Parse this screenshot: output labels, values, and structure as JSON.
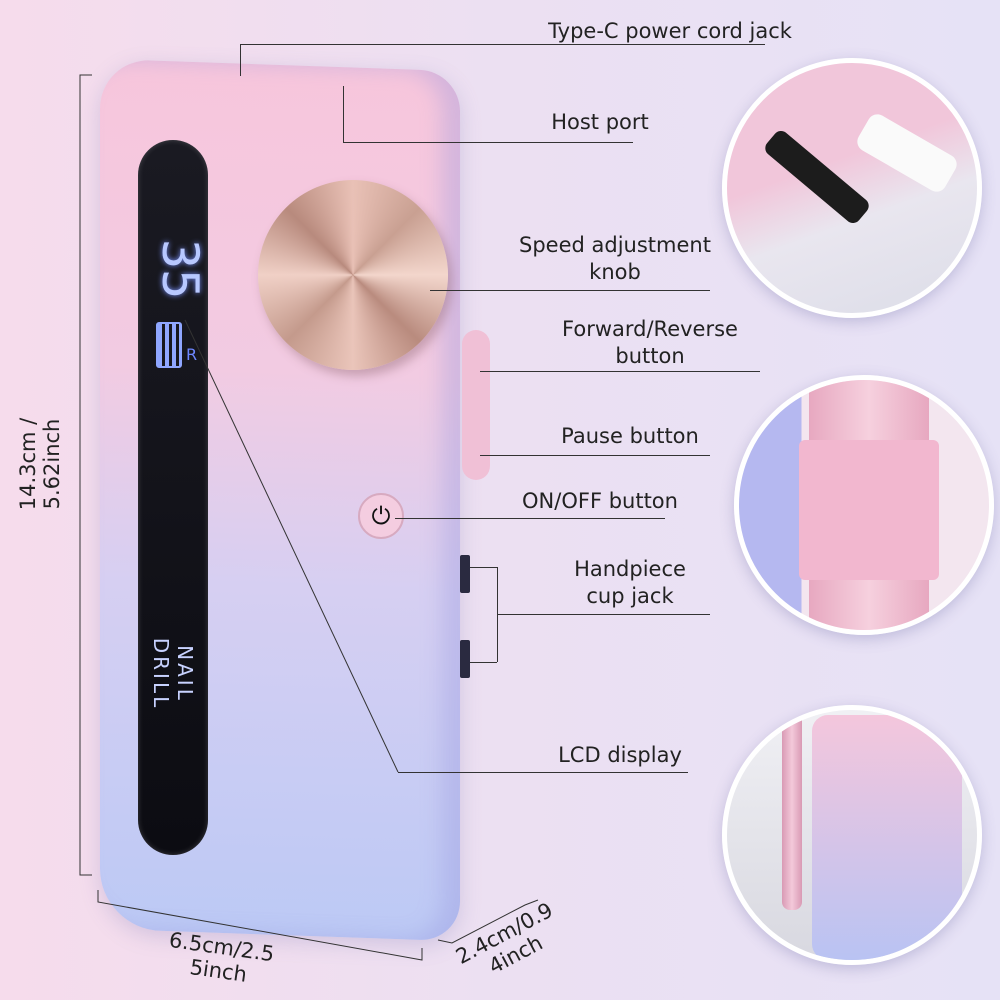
{
  "labels": {
    "type_c": "Type-C power cord jack",
    "host_port": "Host port",
    "speed_knob": "Speed adjustment\nknob",
    "forward_reverse": "Forward/Reverse\nbutton",
    "pause": "Pause button",
    "on_off": "ON/OFF button",
    "handpiece_cup": "Handpiece\ncup jack",
    "lcd": "LCD display"
  },
  "dimensions": {
    "height": "14.3cm /\n5.62inch",
    "width": "6.5cm/2.5\n5inch",
    "depth": "2.4cm/0.9\n4inch"
  },
  "device": {
    "lcd_speed": "35",
    "lcd_direction": "R",
    "brand_text": "NAIL DRILL",
    "power_icon": "power-icon"
  },
  "colors": {
    "pink": "#f7c6dc",
    "lavender": "#bcc9f5",
    "knob": "#e9c1b6"
  }
}
